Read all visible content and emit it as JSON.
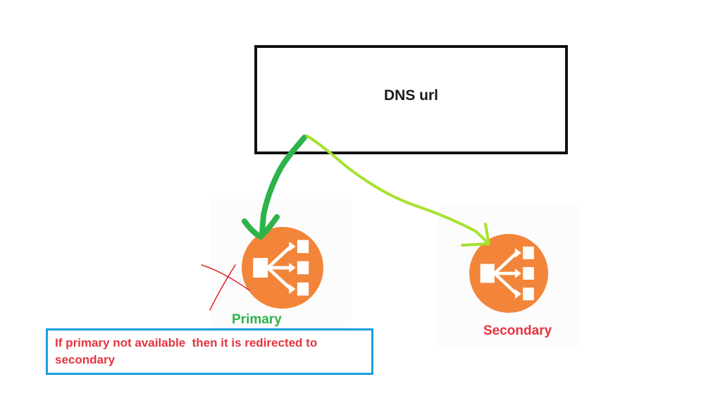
{
  "dns": {
    "label": "DNS url"
  },
  "primary": {
    "label": "Primary",
    "icon": "load-balancer-icon",
    "label_color": "#2eb24a"
  },
  "secondary": {
    "label": "Secondary",
    "icon": "load-balancer-icon",
    "label_color": "#e5343f"
  },
  "note": {
    "text": "If primary not available  then it is redirected to secondary",
    "text_color": "#e5343f",
    "border_color": "#1a9de0"
  },
  "colors": {
    "lb_orange": "#f2853a",
    "primary_arrow": "#2eb24a",
    "secondary_arrow": "#a6e22e",
    "failure_mark": "#e0202a"
  }
}
